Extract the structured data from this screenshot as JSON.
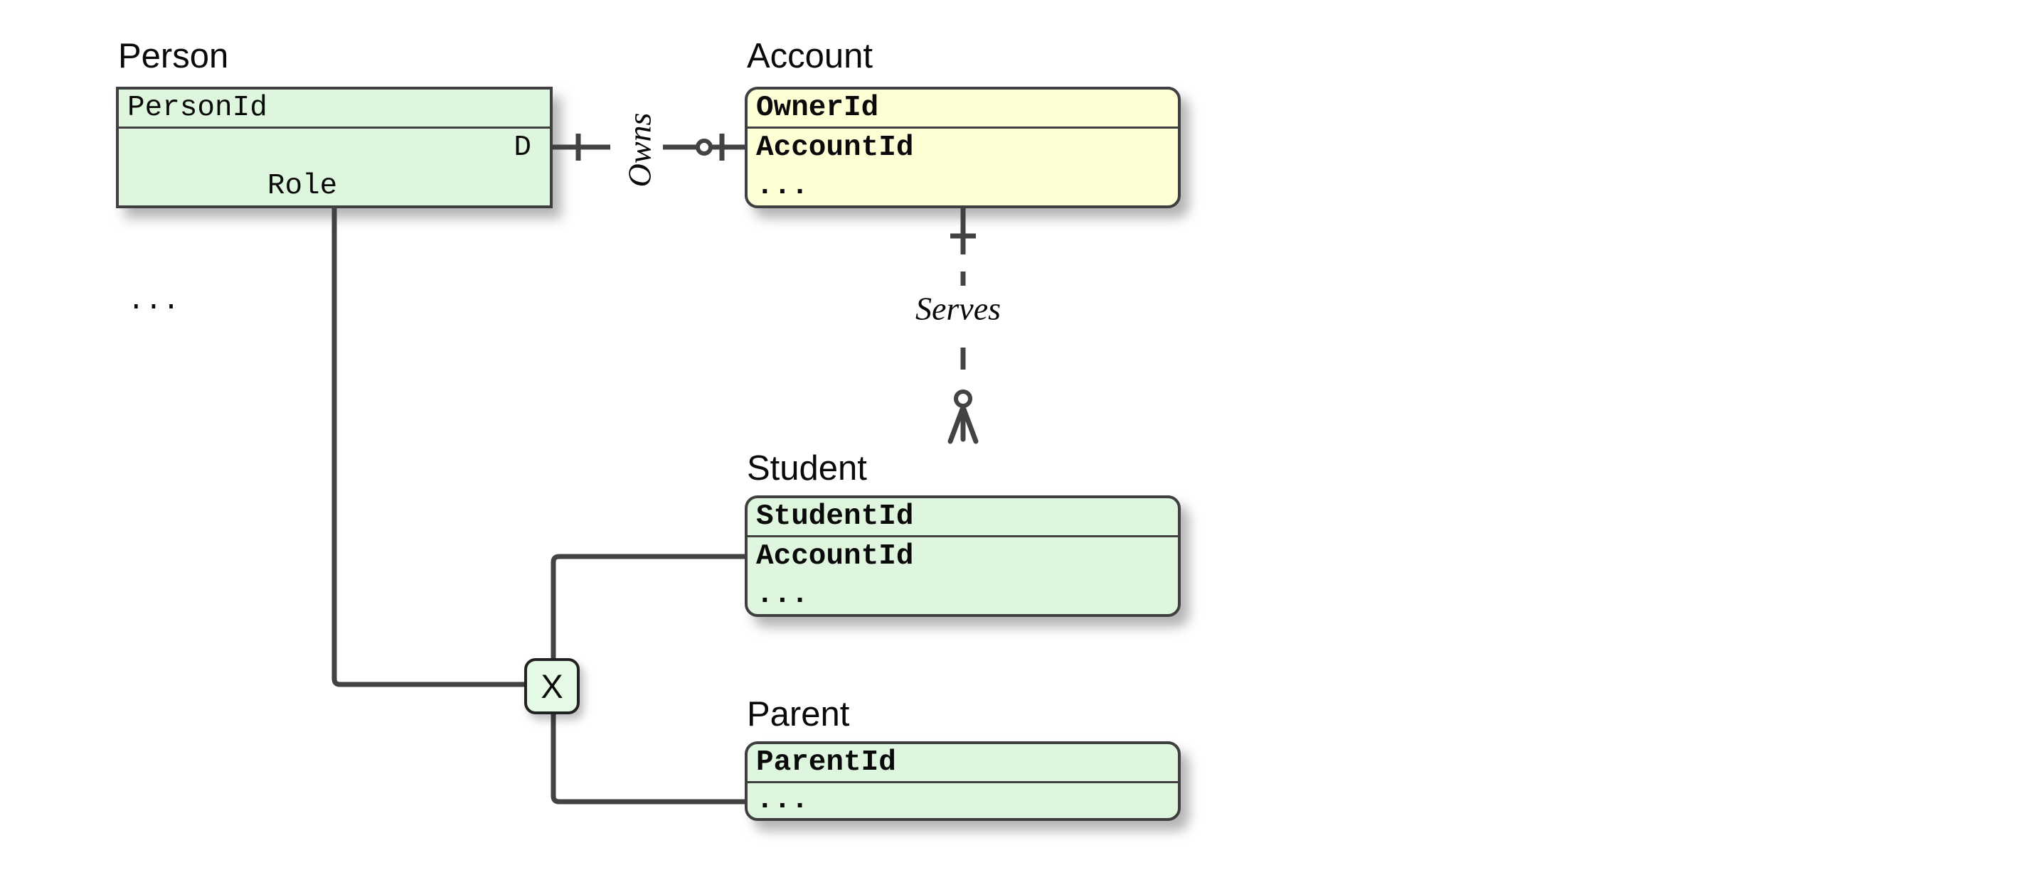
{
  "diagram_type": "entity-relationship-diagram",
  "colors": {
    "entity_green": "#def6de",
    "entity_yellow": "#ffffd6",
    "constraint_green": "#e4fae4",
    "stroke": "#3f3f3f",
    "text": "#0a0a0a"
  },
  "entities": {
    "person": {
      "title": "Person",
      "pk": "PersonId",
      "attr": "Role",
      "badge": "D",
      "more": "..."
    },
    "account": {
      "title": "Account",
      "pk": "OwnerId",
      "attr": "AccountId",
      "more": "..."
    },
    "student": {
      "title": "Student",
      "pk": "StudentId",
      "attr": "AccountId",
      "more": "..."
    },
    "parent": {
      "title": "Parent",
      "pk": "ParentId",
      "more": "..."
    }
  },
  "relationships": {
    "owns": {
      "label": "Owns",
      "connects": [
        "Person",
        "Account"
      ],
      "person_end_icon": "one-tick",
      "account_end_icon": "zero-or-one",
      "line_style": "solid"
    },
    "serves": {
      "label": "Serves",
      "connects": [
        "Account",
        "Student"
      ],
      "account_end_icon": "one-tick",
      "student_end_icon": "zero-or-many-crowfoot",
      "line_style": "dashed"
    }
  },
  "constraint": {
    "label": "X",
    "connects": [
      "Person",
      "Student",
      "Parent"
    ]
  }
}
